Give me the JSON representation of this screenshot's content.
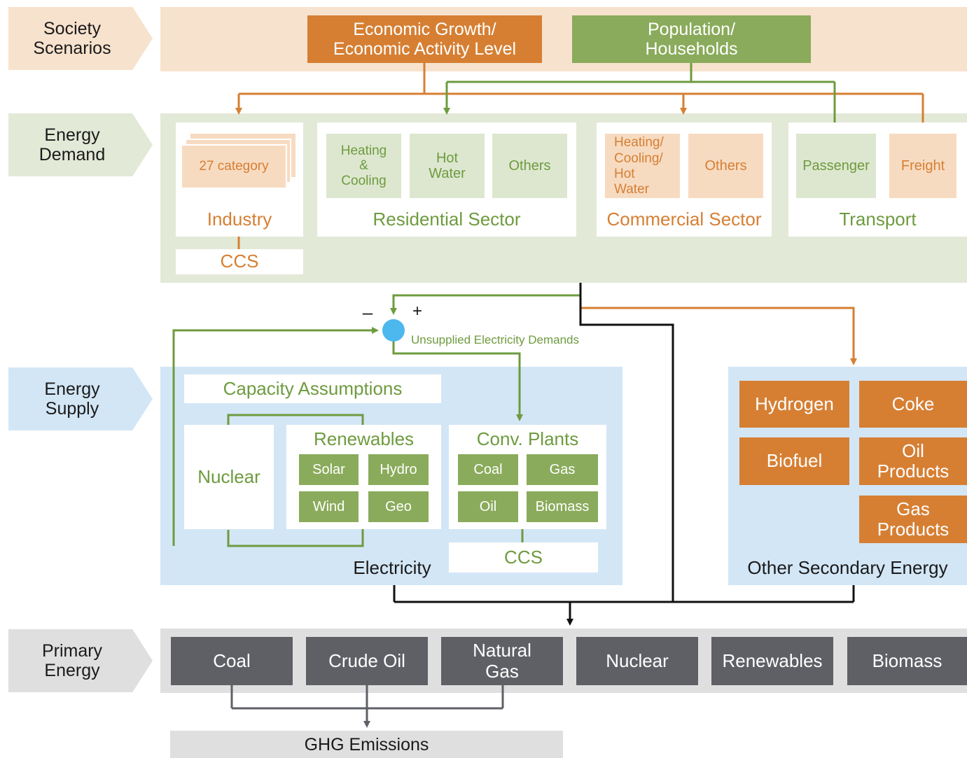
{
  "rows": {
    "society": "Society Scenarios",
    "demand": "Energy Demand",
    "supply": "Energy Supply",
    "primary": "Primary Energy"
  },
  "drivers": {
    "economic": "Economic Growth/ Economic Activity Level",
    "population": "Population/ Households"
  },
  "demand": {
    "industry": {
      "category": "27 category",
      "title": "Industry",
      "ccs": "CCS"
    },
    "residential": {
      "items": [
        "Heating & Cooling",
        "Hot Water",
        "Others"
      ],
      "title": "Residential Sector"
    },
    "commercial": {
      "items": [
        "Heating/ Cooling/ Hot Water",
        "Others"
      ],
      "title": "Commercial Sector"
    },
    "transport": {
      "items": [
        "Passenger",
        "Freight"
      ],
      "title": "Transport"
    }
  },
  "supply": {
    "minus": "–",
    "plus": "+",
    "unsupplied": "Unsupplied Electricity Demands",
    "capacity": "Capacity Assumptions",
    "nuclear": "Nuclear",
    "renewables": {
      "title": "Renewables",
      "items": [
        "Solar",
        "Hydro",
        "Wind",
        "Geo"
      ]
    },
    "conv": {
      "title": "Conv. Plants",
      "items": [
        "Coal",
        "Gas",
        "Oil",
        "Biomass"
      ],
      "ccs": "CCS"
    },
    "electricity": "Electricity"
  },
  "secondary": {
    "items": [
      "Hydrogen",
      "Coke",
      "Biofuel",
      "Oil Products",
      "Gas Products"
    ],
    "title": "Other Secondary Energy"
  },
  "primary": {
    "items": [
      "Coal",
      "Crude Oil",
      "Natural Gas",
      "Nuclear",
      "Renewables",
      "Biomass"
    ],
    "ghg": "GHG Emissions"
  },
  "colors": {
    "orange": "#d67f33",
    "green": "#8aab5b",
    "grey": "#5f6066",
    "blue_node": "#4cb8ee"
  }
}
